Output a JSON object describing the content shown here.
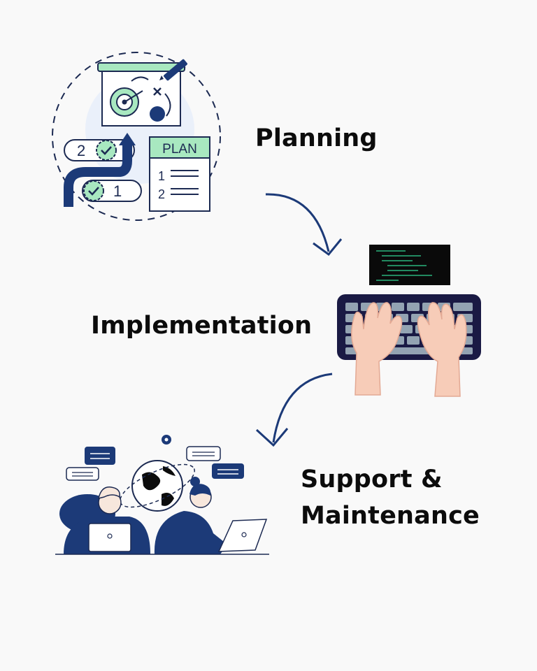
{
  "diagram": {
    "stages": [
      {
        "label": "Planning"
      },
      {
        "label": "Implementation"
      },
      {
        "label_line1": "Support &",
        "label_line2": "Maintenance"
      }
    ],
    "planning_board": {
      "plan_heading": "PLAN",
      "list_numbers": [
        "1",
        "2"
      ]
    },
    "roadmap_steps": [
      "2",
      "1"
    ]
  },
  "colors": {
    "background": "#f9f9f9",
    "navy": "#1c3a78",
    "mint": "#a8e8c0",
    "keyboard_gray": "#93a3b2",
    "skin": "#f7ccb8",
    "monitor": "#0a0a0a",
    "code_lines": "#2bb37c"
  }
}
